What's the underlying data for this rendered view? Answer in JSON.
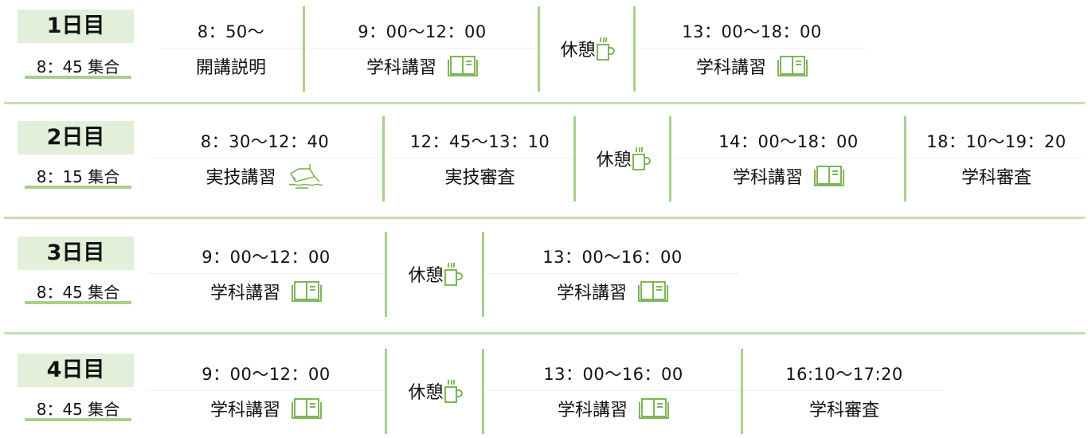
{
  "colors": {
    "accent": "#a8d08d",
    "dayBg": "#e2efd9",
    "icon": "#70ad47"
  },
  "rows": [
    {
      "day": "1日目",
      "meet": "8：45 集合",
      "cells": [
        {
          "type": "slot",
          "time": "8：50～",
          "label": "開講説明",
          "icon": ""
        },
        {
          "type": "slot",
          "time": "9：00～12：00",
          "label": "学科講習",
          "icon": "book-icon"
        },
        {
          "type": "break",
          "label": "休憩",
          "icon": "coffee-cup-icon"
        },
        {
          "type": "slot",
          "time": "13：00～18：00",
          "label": "学科講習",
          "icon": "book-icon"
        }
      ]
    },
    {
      "day": "2日目",
      "meet": "8：15 集合",
      "cells": [
        {
          "type": "slot",
          "time": "8：30～12：40",
          "label": "実技講習",
          "icon": "boat-icon"
        },
        {
          "type": "slot",
          "time": "12：45～13：10",
          "label": "実技審査",
          "icon": ""
        },
        {
          "type": "break",
          "label": "休憩",
          "icon": "coffee-cup-icon"
        },
        {
          "type": "slot",
          "time": "14：00～18：00",
          "label": "学科講習",
          "icon": "book-icon"
        },
        {
          "type": "slot",
          "time": "18：10～19：20",
          "label": "学科審査",
          "icon": ""
        }
      ]
    },
    {
      "day": "3日目",
      "meet": "8：45 集合",
      "cells": [
        {
          "type": "slot",
          "time": "9：00～12：00",
          "label": "学科講習",
          "icon": "book-icon"
        },
        {
          "type": "break",
          "label": "休憩",
          "icon": "coffee-cup-icon"
        },
        {
          "type": "slot",
          "time": "13：00～16：00",
          "label": "学科講習",
          "icon": "book-icon"
        }
      ]
    },
    {
      "day": "4日目",
      "meet": "8：45 集合",
      "cells": [
        {
          "type": "slot",
          "time": "9：00～12：00",
          "label": "学科講習",
          "icon": "book-icon"
        },
        {
          "type": "break",
          "label": "休憩",
          "icon": "coffee-cup-icon"
        },
        {
          "type": "slot",
          "time": "13：00～16：00",
          "label": "学科講習",
          "icon": "book-icon"
        },
        {
          "type": "slot",
          "time": "16:10～17:20",
          "label": "学科審査",
          "icon": ""
        }
      ]
    }
  ]
}
